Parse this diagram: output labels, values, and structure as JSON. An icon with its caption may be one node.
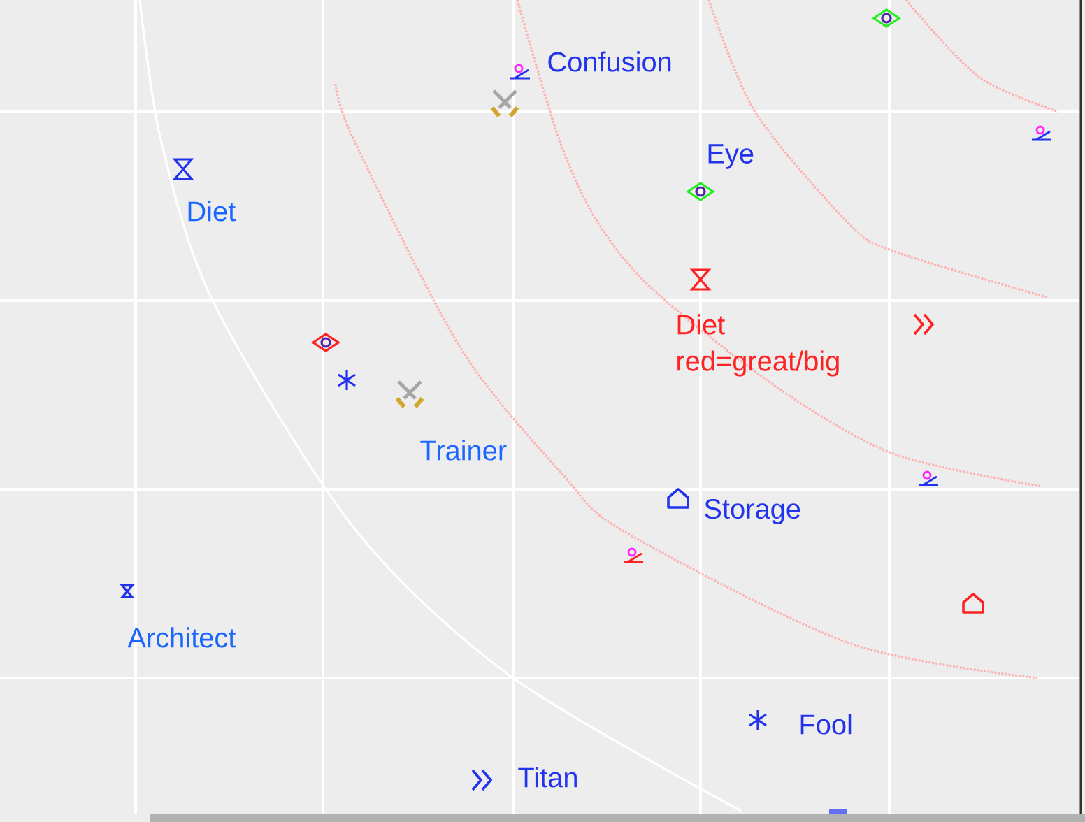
{
  "diagram": {
    "labels": [
      "Confusion",
      "Eye",
      "Diet",
      "Diet",
      "red=great/big",
      "Trainer",
      "Storage",
      "Architect",
      "Fool",
      "Titan"
    ]
  }
}
